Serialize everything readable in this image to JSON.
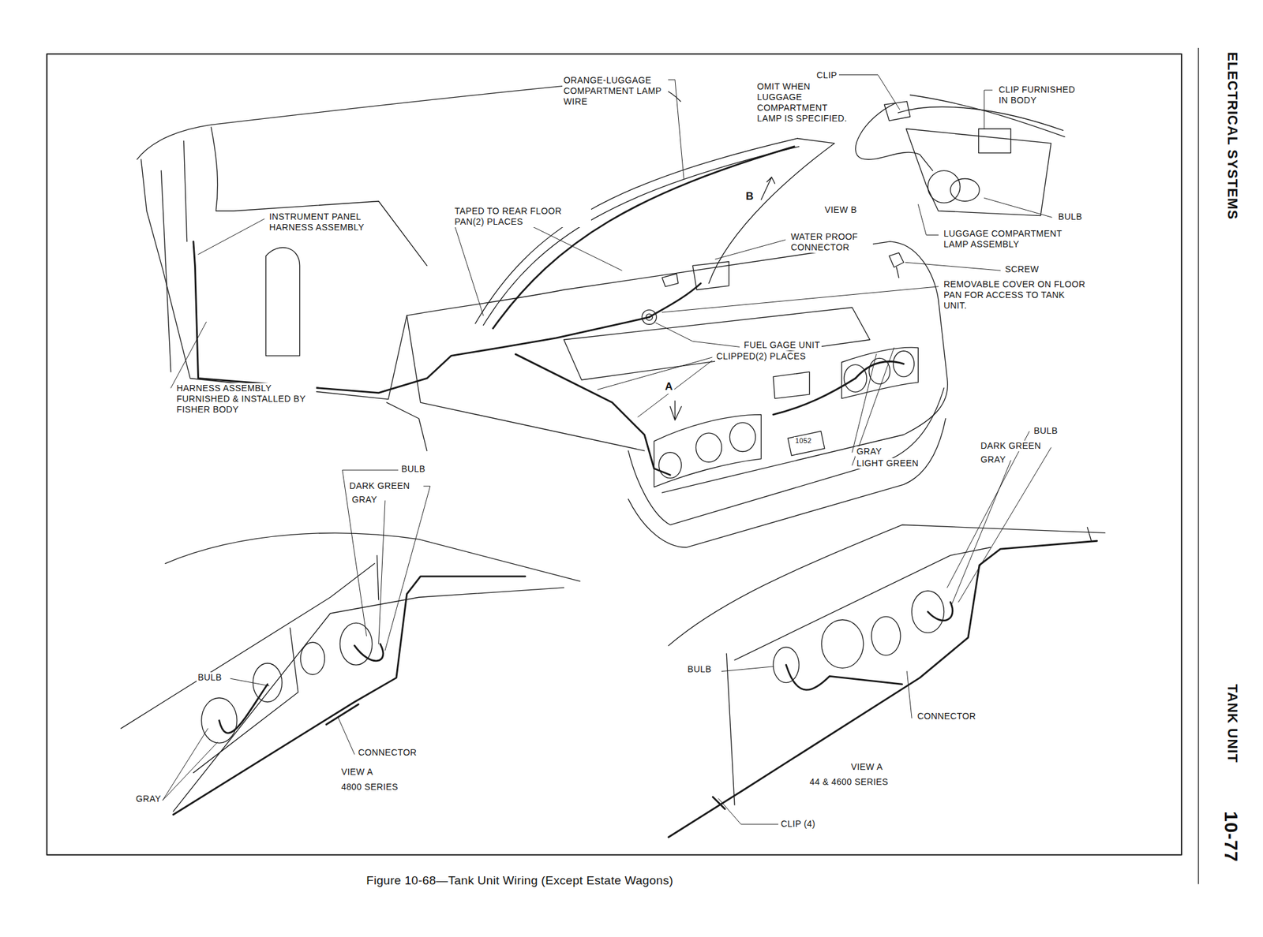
{
  "diagram": {
    "caption": "Figure 10-68—Tank Unit Wiring (Except Estate Wagons)",
    "labels": [
      "ORANGE-LUGGAGE COMPARTMENT LAMP WIRE",
      "CLIP",
      "OMIT WHEN LUGGAGE COMPARTMENT LAMP IS SPECIFIED.",
      "CLIP FURNISHED IN BODY",
      "INSTRUMENT PANEL HARNESS ASSEMBLY",
      "TAPED TO REAR FLOOR PAN(2) PLACES",
      "B",
      "VIEW B",
      "BULB",
      "WATER PROOF CONNECTOR",
      "LUGGAGE COMPARTMENT LAMP ASSEMBLY",
      "SCREW",
      "REMOVABLE COVER ON FLOOR PAN FOR ACCESS TO TANK UNIT.",
      "FUEL GAGE UNIT",
      "CLIPPED(2) PLACES",
      "HARNESS ASSEMBLY FURNISHED & INSTALLED BY FISHER BODY",
      "A",
      "1052",
      "GRAY",
      "LIGHT GREEN",
      "BULB",
      "DARK GREEN",
      "GRAY",
      "BULB",
      "DARK GREEN",
      "GRAY",
      "BULB",
      "CONNECTOR",
      "VIEW A",
      "4800 SERIES",
      "GRAY",
      "BULB",
      "CONNECTOR",
      "VIEW A",
      "44 & 4600 SERIES",
      "CLIP (4)",
      "ELECTRICAL SYSTEMS",
      "TANK UNIT",
      "10-77"
    ]
  }
}
